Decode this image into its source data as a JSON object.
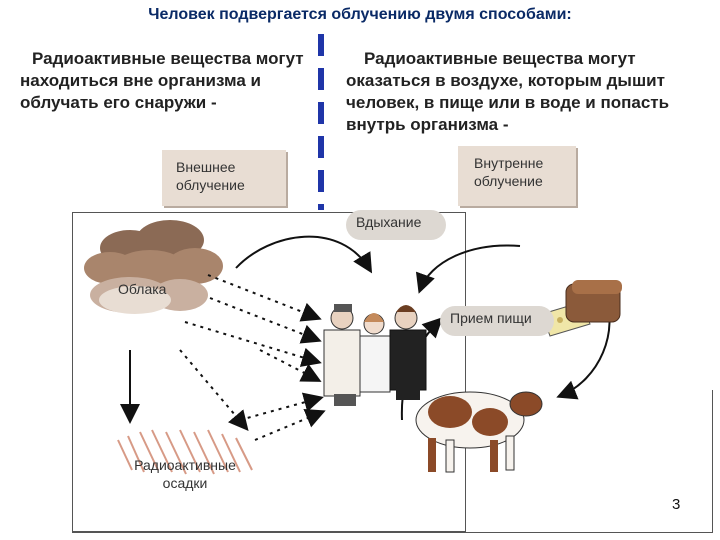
{
  "title": "Человек подвергается облучению двумя способами:",
  "left_column": {
    "text": "Радиоактивные вещества могут находиться вне организма и облучать его снаружи -",
    "box_label": "Внешнее облучение"
  },
  "right_column": {
    "text": "Радиоактивные вещества могут оказаться в воздухе, которым дышит человек, в пище или в воде и попасть внутрь организма -",
    "box_label": "Внутренне облучение"
  },
  "diagram": {
    "clouds_label": "Облака",
    "fallout_label": "Радиоактивные осадки",
    "inhale_label": "Вдыхание",
    "food_label": "Прием пищи"
  },
  "colors": {
    "title": "#0a2a66",
    "divider": "#1f35a8",
    "cloud": "#a9856c",
    "box": "#e8ddd3"
  },
  "page_number": "3"
}
